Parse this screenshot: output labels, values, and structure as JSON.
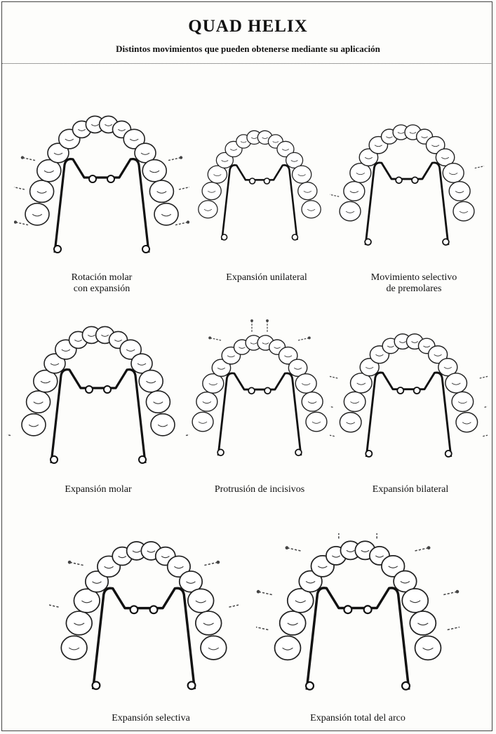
{
  "header": {
    "title": "QUAD HELIX",
    "subtitle": "Distintos movimientos que pueden obtenerse mediante su aplicación"
  },
  "panels": [
    {
      "caption_lines": [
        "Rotación molar",
        "con expansión"
      ],
      "arrows": "molar"
    },
    {
      "caption_lines": [
        "Expansión unilateral"
      ],
      "arrows": "none"
    },
    {
      "caption_lines": [
        "Movimiento selectivo",
        "de premolares"
      ],
      "arrows": "premolar"
    },
    {
      "caption_lines": [
        "Expansión molar"
      ],
      "arrows": "molar-side"
    },
    {
      "caption_lines": [
        "Protrusión de incisivos"
      ],
      "arrows": "incisors"
    },
    {
      "caption_lines": [
        "Expansión bilateral"
      ],
      "arrows": "bilateral"
    },
    {
      "caption_lines": [
        "Expansión selectiva"
      ],
      "arrows": "selective"
    },
    {
      "caption_lines": [
        "Expansión total del arco"
      ],
      "arrows": "total"
    }
  ]
}
